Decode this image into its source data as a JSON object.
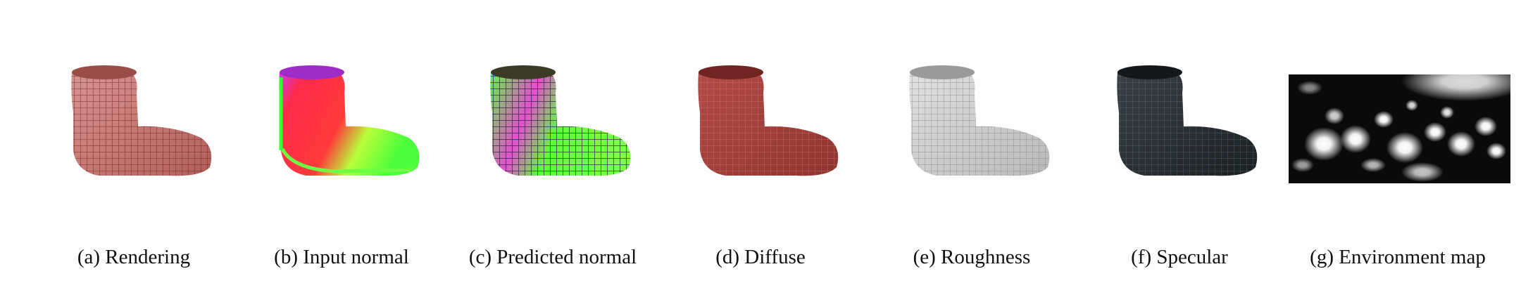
{
  "figure": {
    "panels": [
      {
        "caption": "(a) Rendering"
      },
      {
        "caption": "(b) Input normal"
      },
      {
        "caption": "(c) Predicted normal"
      },
      {
        "caption": "(d) Diffuse"
      },
      {
        "caption": "(e) Roughness"
      },
      {
        "caption": "(f) Specular"
      },
      {
        "caption": "(g) Environment map"
      }
    ]
  },
  "colors": {
    "rendering": "#c97874",
    "diffuse": "#a9423d",
    "roughness": "#c8c8c8",
    "specular": "#2b2f33",
    "normal_red": "#ff2a4a",
    "normal_green": "#5cff3a",
    "normal_magenta": "#d63cff"
  }
}
